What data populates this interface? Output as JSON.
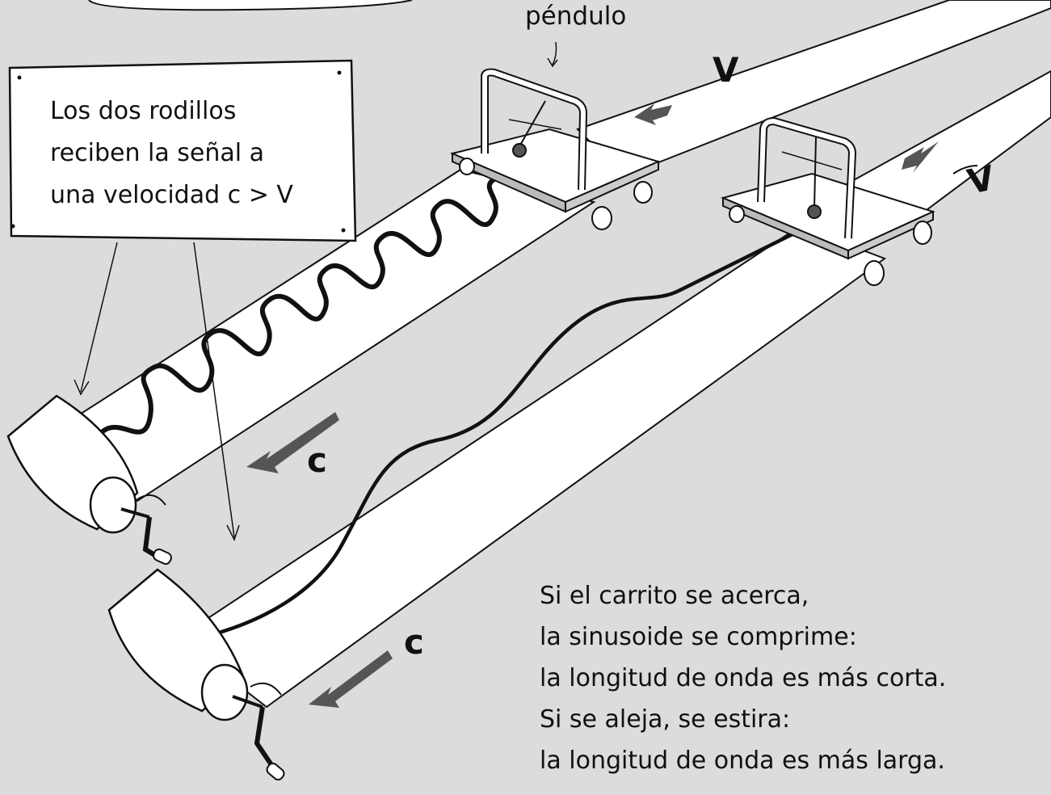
{
  "labels": {
    "pendulum": "péndulo",
    "velocity_v": "V",
    "velocity_c": "c"
  },
  "notice_lines": [
    "Los dos rodillos",
    "reciben la señal a",
    "una velocidad c > V"
  ],
  "explanation_lines": [
    "Si el carrito se acerca,",
    "la sinusoide se comprime:",
    "la longitud de onda es más corta.",
    "Si se aleja, se estira:",
    "la longitud de onda es más larga."
  ],
  "colors": {
    "background": "#dcdcdc",
    "paper": "#ffffff",
    "ink": "#111111",
    "arrow": "#555555"
  }
}
